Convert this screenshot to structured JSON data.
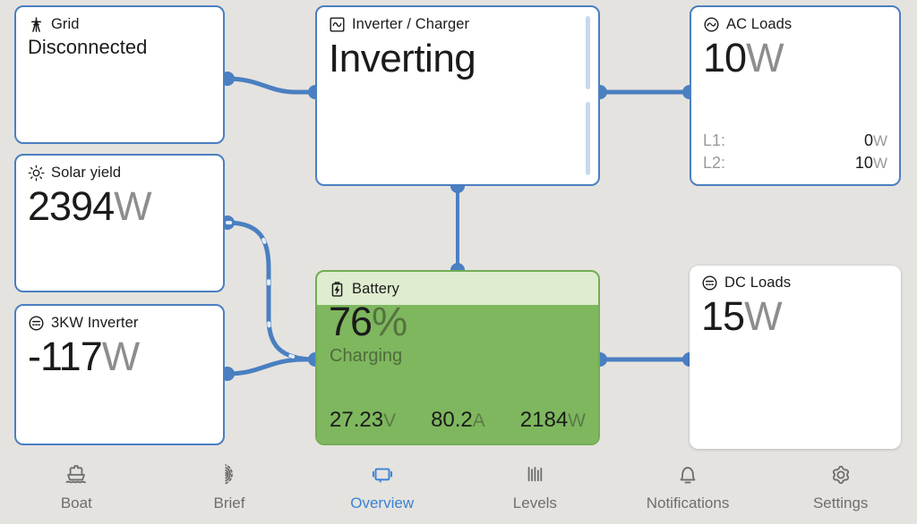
{
  "theme": {
    "background": "#e5e3df",
    "card_border": "#4a7fc1",
    "wire": "#4a7fc1",
    "battery_border": "#72ad53",
    "battery_header_bg": "#dfeccf",
    "battery_fill": "#7eb75e",
    "accent_active": "#3b82d6",
    "text_primary": "#1b1b1b",
    "text_muted": "#8d8d8d"
  },
  "cards": {
    "grid": {
      "icon": "transmission-tower-icon",
      "title": "Grid",
      "status": "Disconnected"
    },
    "solar": {
      "icon": "sun-icon",
      "title": "Solar yield",
      "value": "2394",
      "unit": "W"
    },
    "inverter3kw": {
      "icon": "dc-circle-icon",
      "title": "3KW Inverter",
      "value": "-117",
      "unit": "W"
    },
    "inverter_charger": {
      "icon": "inverter-square-icon",
      "title": "Inverter / Charger",
      "status": "Inverting"
    },
    "ac_loads": {
      "icon": "ac-circle-icon",
      "title": "AC Loads",
      "value": "10",
      "unit": "W",
      "phases": [
        {
          "label": "L1:",
          "value": "0",
          "unit": "W"
        },
        {
          "label": "L2:",
          "value": "10",
          "unit": "W"
        }
      ]
    },
    "battery": {
      "icon": "battery-charging-icon",
      "title": "Battery",
      "soc": "76",
      "soc_unit": "%",
      "state": "Charging",
      "fill_percent": 76,
      "stats": [
        {
          "value": "27.23",
          "unit": "V"
        },
        {
          "value": "80.2",
          "unit": "A"
        },
        {
          "value": "2184",
          "unit": "W"
        }
      ]
    },
    "dc_loads": {
      "icon": "dc-circle-icon",
      "title": "DC Loads",
      "value": "15",
      "unit": "W"
    }
  },
  "nav": {
    "items": [
      {
        "icon": "boat-icon",
        "label": "Boat",
        "active": false
      },
      {
        "icon": "radar-icon",
        "label": "Brief",
        "active": false
      },
      {
        "icon": "overview-icon",
        "label": "Overview",
        "active": true
      },
      {
        "icon": "levels-icon",
        "label": "Levels",
        "active": false
      },
      {
        "icon": "bell-icon",
        "label": "Notifications",
        "active": false
      },
      {
        "icon": "gear-icon",
        "label": "Settings",
        "active": false
      }
    ]
  }
}
